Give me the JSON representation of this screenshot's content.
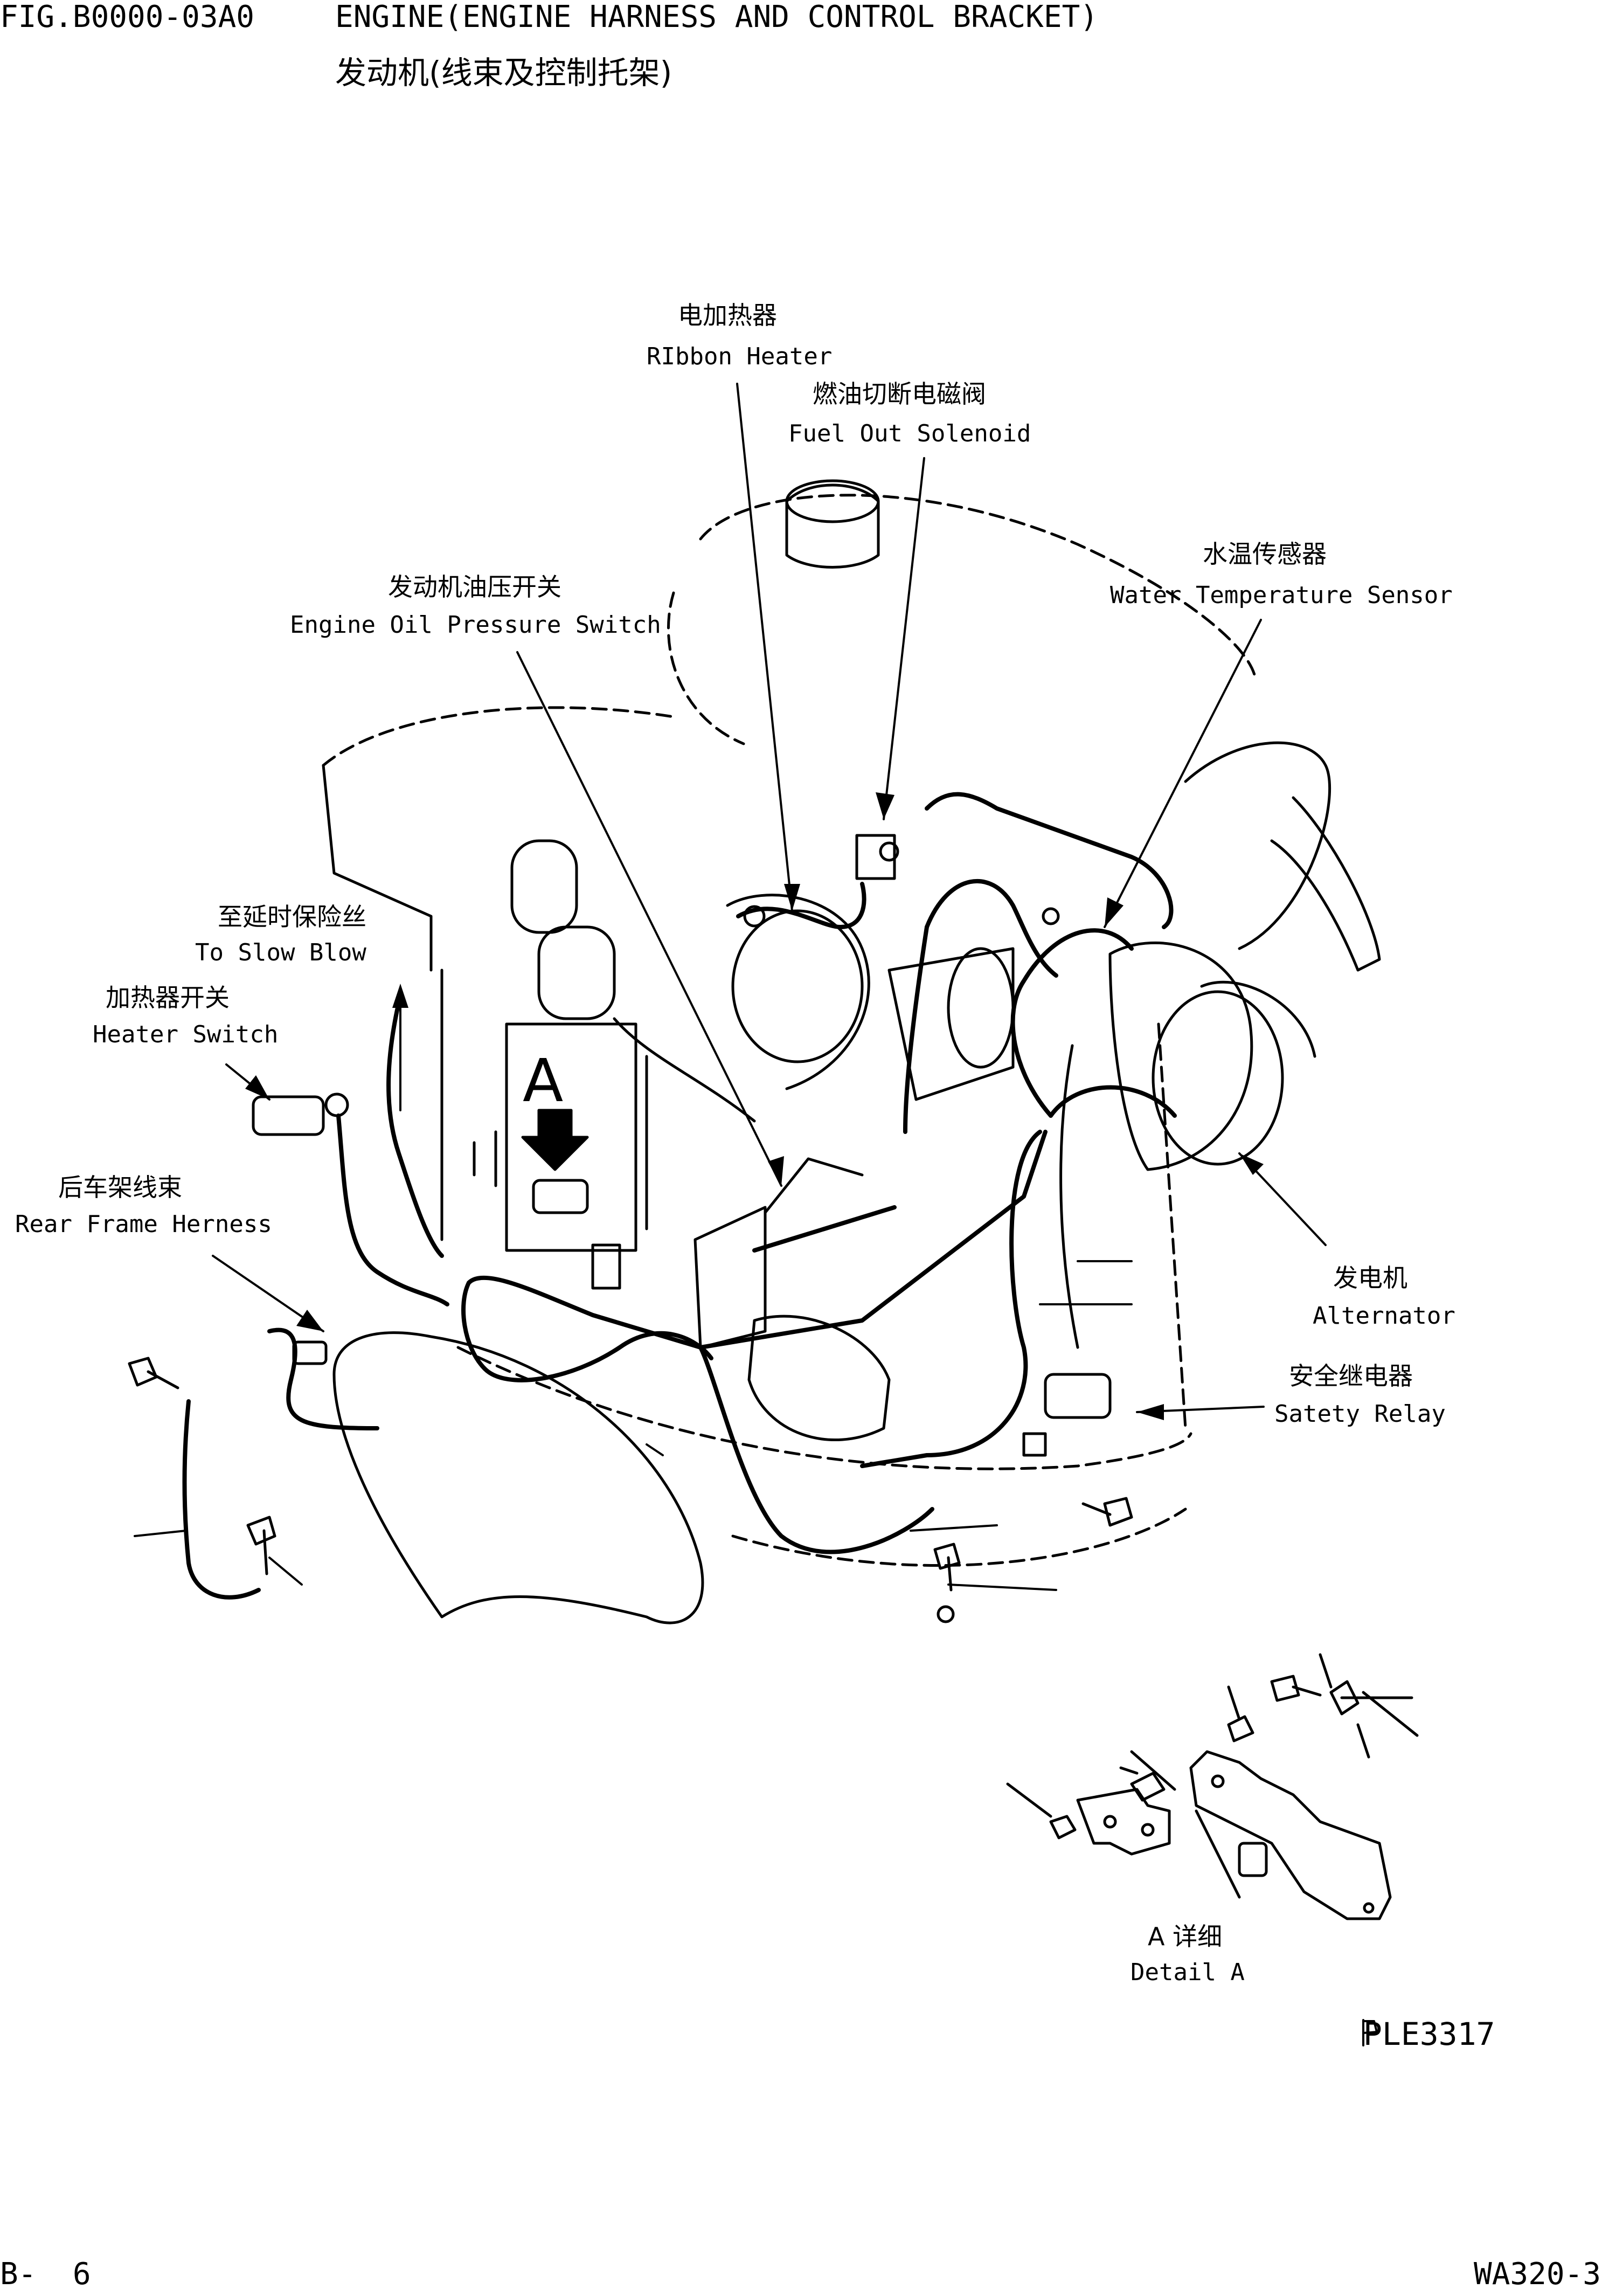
{
  "header": {
    "fig_number": "FIG.B0000-03A0",
    "title_en": "ENGINE(ENGINE HARNESS AND CONTROL BRACKET)",
    "title_cn": "发动机(线束及控制托架)"
  },
  "callouts": [
    {
      "id": "ribbon-heater",
      "cn": "电加热器",
      "en": "RIbbon Heater"
    },
    {
      "id": "fuel-cut-solenoid",
      "cn": "燃油切断电磁阀",
      "en": "Fuel Out Solenoid"
    },
    {
      "id": "water-temp-sensor",
      "cn": "水温传感器",
      "en": "Water Temperature Sensor"
    },
    {
      "id": "oil-pressure-switch",
      "cn": "发动机油压开关",
      "en": "Engine Oil Pressure Switch"
    },
    {
      "id": "to-slow-blow",
      "cn": "至延时保险丝",
      "en": "To Slow Blow"
    },
    {
      "id": "heater-switch",
      "cn": "加热器开关",
      "en": "Heater Switch"
    },
    {
      "id": "rear-frame-harness",
      "cn": "后车架线束",
      "en": "Rear Frame Herness"
    },
    {
      "id": "alternator",
      "cn": "发电机",
      "en": "Alternator"
    },
    {
      "id": "safety-relay",
      "cn": "安全继电器",
      "en": "Satety Relay"
    }
  ],
  "detail": {
    "marker": "A",
    "cn": "A 详细",
    "en": "Detail A"
  },
  "drawing_code": "PLE3317",
  "footer": {
    "page": "B-  6",
    "model": "WA320-3"
  }
}
